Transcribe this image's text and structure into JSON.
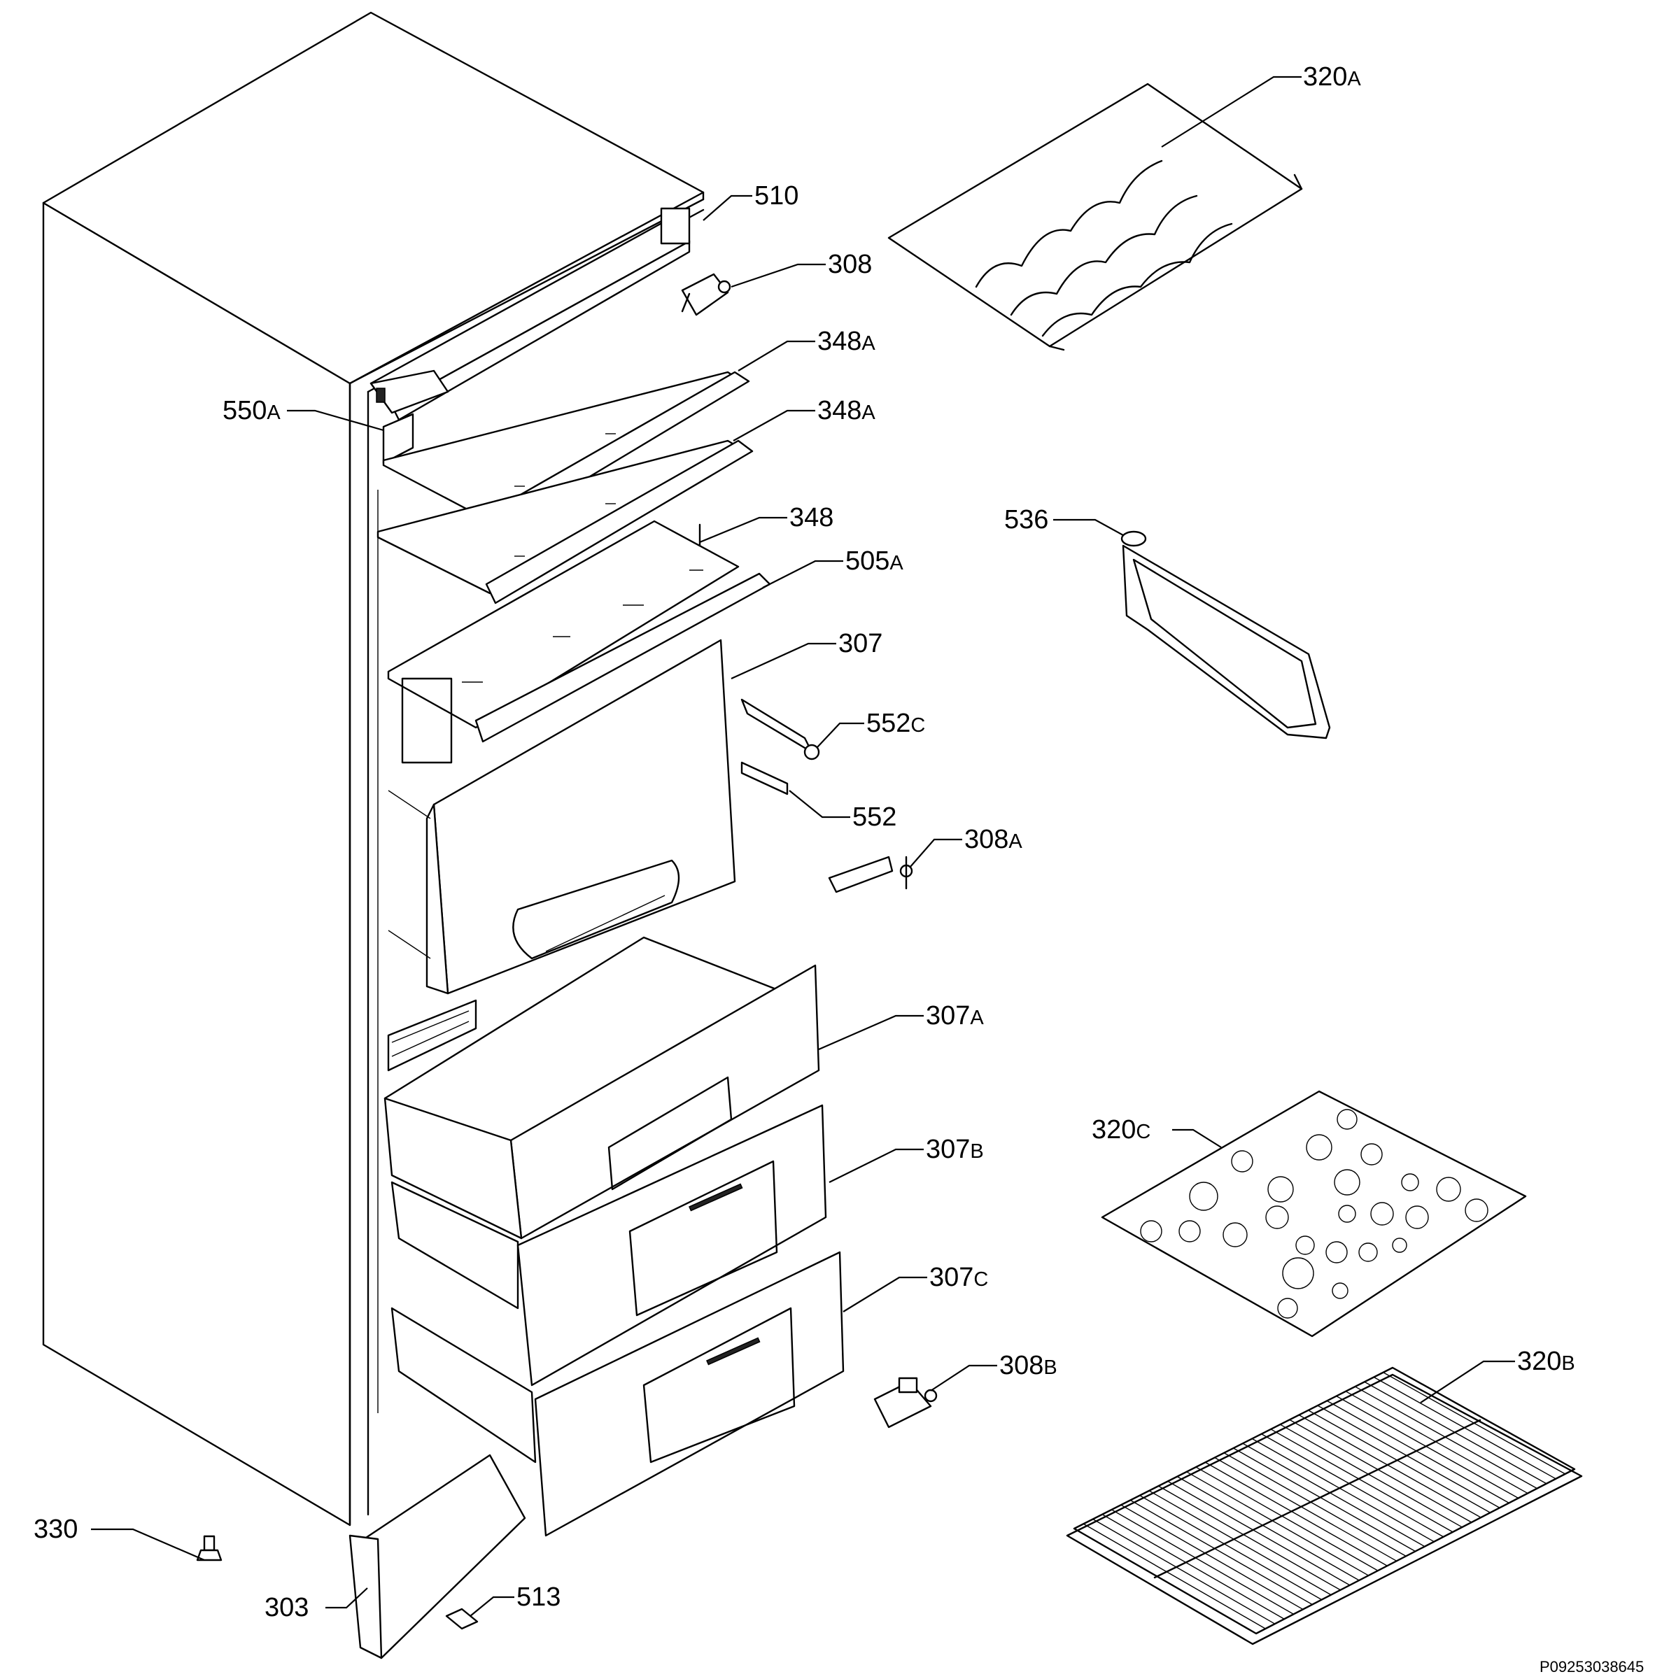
{
  "callouts": [
    {
      "id": "320a",
      "num": "320",
      "sfx": "A"
    },
    {
      "id": "510",
      "num": "510",
      "sfx": ""
    },
    {
      "id": "308",
      "num": "308",
      "sfx": ""
    },
    {
      "id": "348a-1",
      "num": "348",
      "sfx": "A"
    },
    {
      "id": "348a-2",
      "num": "348",
      "sfx": "A"
    },
    {
      "id": "550a",
      "num": "550",
      "sfx": "A"
    },
    {
      "id": "348",
      "num": "348",
      "sfx": ""
    },
    {
      "id": "536",
      "num": "536",
      "sfx": ""
    },
    {
      "id": "505a",
      "num": "505",
      "sfx": "A"
    },
    {
      "id": "307",
      "num": "307",
      "sfx": ""
    },
    {
      "id": "552c",
      "num": "552",
      "sfx": "C"
    },
    {
      "id": "552",
      "num": "552",
      "sfx": ""
    },
    {
      "id": "308a",
      "num": "308",
      "sfx": "A"
    },
    {
      "id": "307a",
      "num": "307",
      "sfx": "A"
    },
    {
      "id": "320c",
      "num": "320",
      "sfx": "C"
    },
    {
      "id": "307b",
      "num": "307",
      "sfx": "B"
    },
    {
      "id": "307c",
      "num": "307",
      "sfx": "C"
    },
    {
      "id": "308b",
      "num": "308",
      "sfx": "B"
    },
    {
      "id": "320b",
      "num": "320",
      "sfx": "B"
    },
    {
      "id": "330",
      "num": "330",
      "sfx": ""
    },
    {
      "id": "303",
      "num": "303",
      "sfx": ""
    },
    {
      "id": "513",
      "num": "513",
      "sfx": ""
    }
  ],
  "reference_code": "P09253038645"
}
